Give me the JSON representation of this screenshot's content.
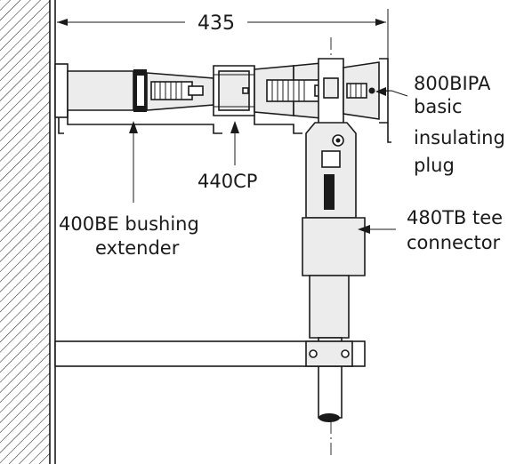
{
  "dimension": {
    "value": "435"
  },
  "labels": {
    "bipa": [
      "800BIPA",
      "basic",
      "insulating",
      "plug"
    ],
    "cp": [
      "440CP"
    ],
    "be": [
      "400BE bushing",
      "extender"
    ],
    "tb": [
      "480TB tee",
      "connector"
    ]
  },
  "colors": {
    "line": "#1a1a1a",
    "fill": "#ececec",
    "background": "#ffffff"
  }
}
